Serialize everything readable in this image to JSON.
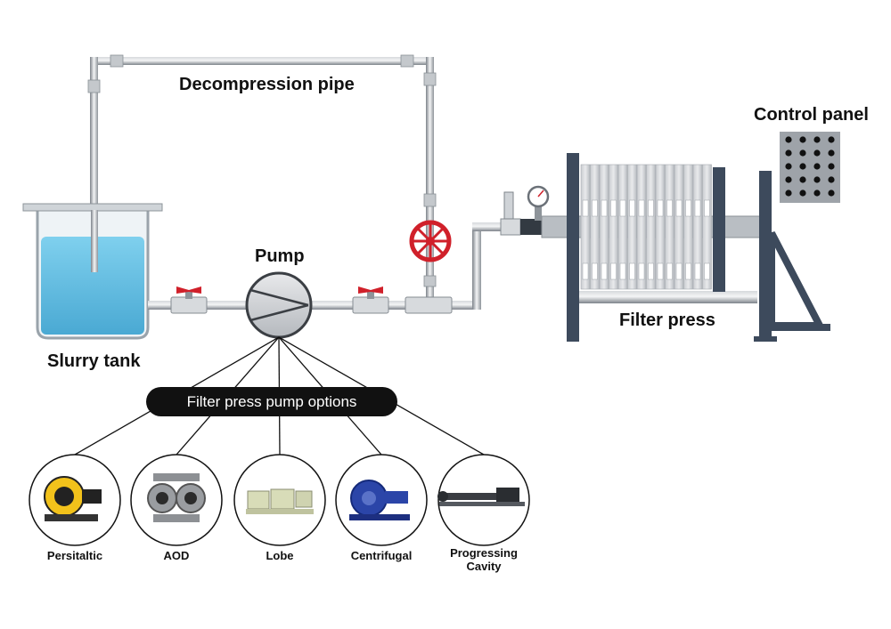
{
  "labels": {
    "decompression_pipe": "Decompression pipe",
    "control_panel": "Control panel",
    "pump": "Pump",
    "slurry_tank": "Slurry tank",
    "filter_press": "Filter press",
    "pump_options_title": "Filter press pump options"
  },
  "pump_options": [
    {
      "name": "Persitaltic",
      "icon": "peristaltic-pump-photo"
    },
    {
      "name": "AOD",
      "icon": "aod-pump-photo"
    },
    {
      "name": "Lobe",
      "icon": "lobe-pump-photo"
    },
    {
      "name": "Centrifugal",
      "icon": "centrifugal-pump-photo"
    },
    {
      "name": "Progressing",
      "name_line2": "Cavity",
      "icon": "progressing-cavity-pump-photo"
    }
  ],
  "colors": {
    "water": "#5bbde0",
    "valve_red": "#d0202a",
    "pipe": "#9aa0a6",
    "frame": "#3d4a5c",
    "pill": "#111111"
  }
}
